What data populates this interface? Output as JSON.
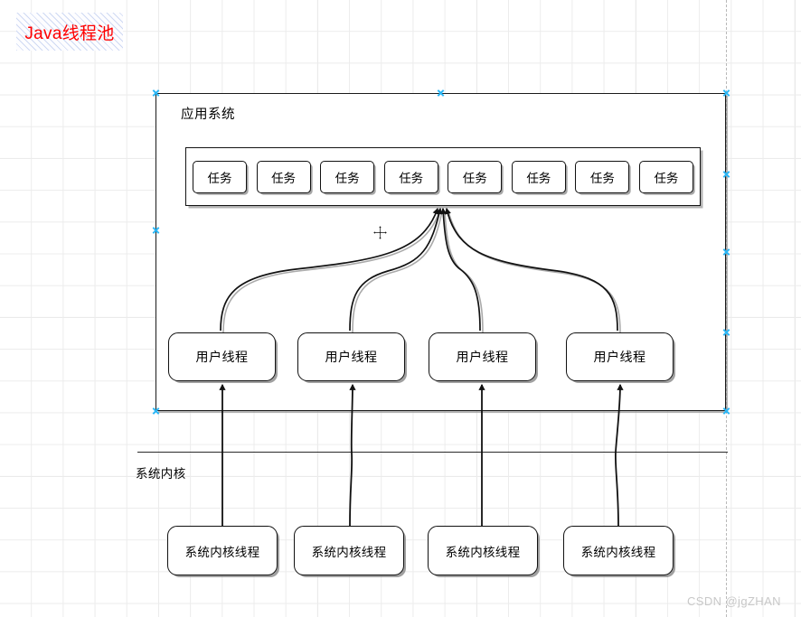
{
  "title_banner": {
    "text": "Java线程池"
  },
  "app_container": {
    "title": "应用系统"
  },
  "queue": {
    "tasks": [
      {
        "label": "任务"
      },
      {
        "label": "任务"
      },
      {
        "label": "任务"
      },
      {
        "label": "任务"
      },
      {
        "label": "任务"
      },
      {
        "label": "任务"
      },
      {
        "label": "任务"
      },
      {
        "label": "任务"
      }
    ]
  },
  "user_threads": [
    {
      "label": "用户线程"
    },
    {
      "label": "用户线程"
    },
    {
      "label": "用户线程"
    },
    {
      "label": "用户线程"
    }
  ],
  "kernel": {
    "divider_label": "系统内核",
    "threads": [
      {
        "label": "系统内核线程"
      },
      {
        "label": "系统内核线程"
      },
      {
        "label": "系统内核线程"
      },
      {
        "label": "系统内核线程"
      }
    ]
  },
  "watermark": {
    "text": "CSDN @jgZHAN"
  },
  "colors": {
    "title_text": "#ff0000",
    "stroke": "#111111",
    "handle": "#29b6f6",
    "grid": "#e0e0e0",
    "watermark": "#c8c8c8"
  }
}
